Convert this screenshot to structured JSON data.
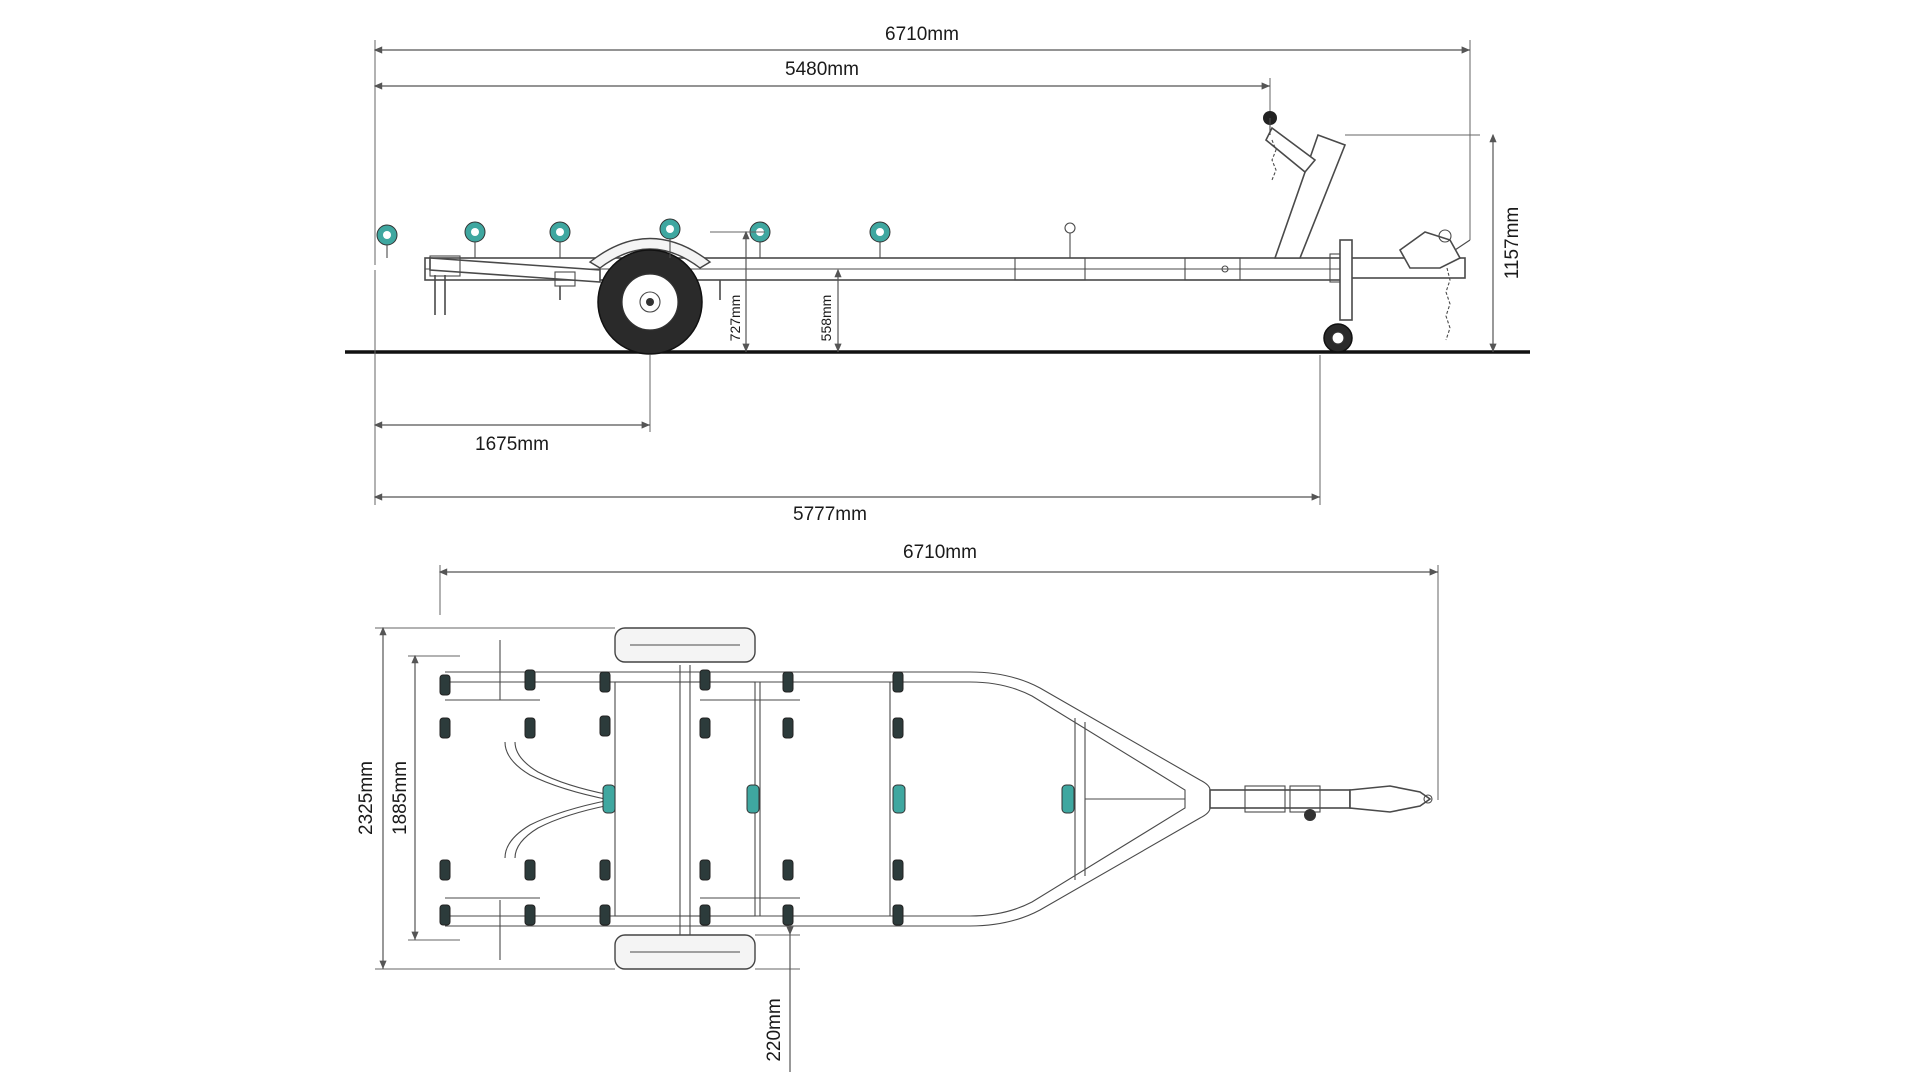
{
  "side_view": {
    "dims": {
      "overall_length": "6710mm",
      "frame_length": "5480mm",
      "axle_from_rear": "1675mm",
      "to_jockey_wheel": "5777mm",
      "height_winch": "1157mm",
      "height_roller": "727mm",
      "height_frame": "558mm"
    }
  },
  "top_view": {
    "dims": {
      "overall_length": "6710mm",
      "overall_width": "2325mm",
      "inner_width": "1885mm",
      "tire_width": "220mm"
    }
  },
  "colors": {
    "roller_accent": "#3fa7a0",
    "roller_dark": "#2c3b3b",
    "lines": "#4a4a4a"
  }
}
